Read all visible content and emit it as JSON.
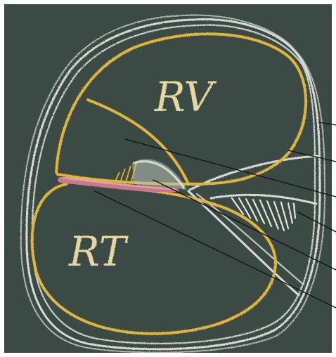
{
  "diagram": {
    "labels": {
      "upper_chamber": "RV",
      "lower_chamber": "RT"
    },
    "colors": {
      "board": "#3b4a44",
      "chalk_white": "#d9dcd6",
      "chalk_yellow": "#e0b53a",
      "chalk_pink": "#c87a8c",
      "pointer_line": "#111111"
    },
    "pointer_lines_count": 6
  }
}
